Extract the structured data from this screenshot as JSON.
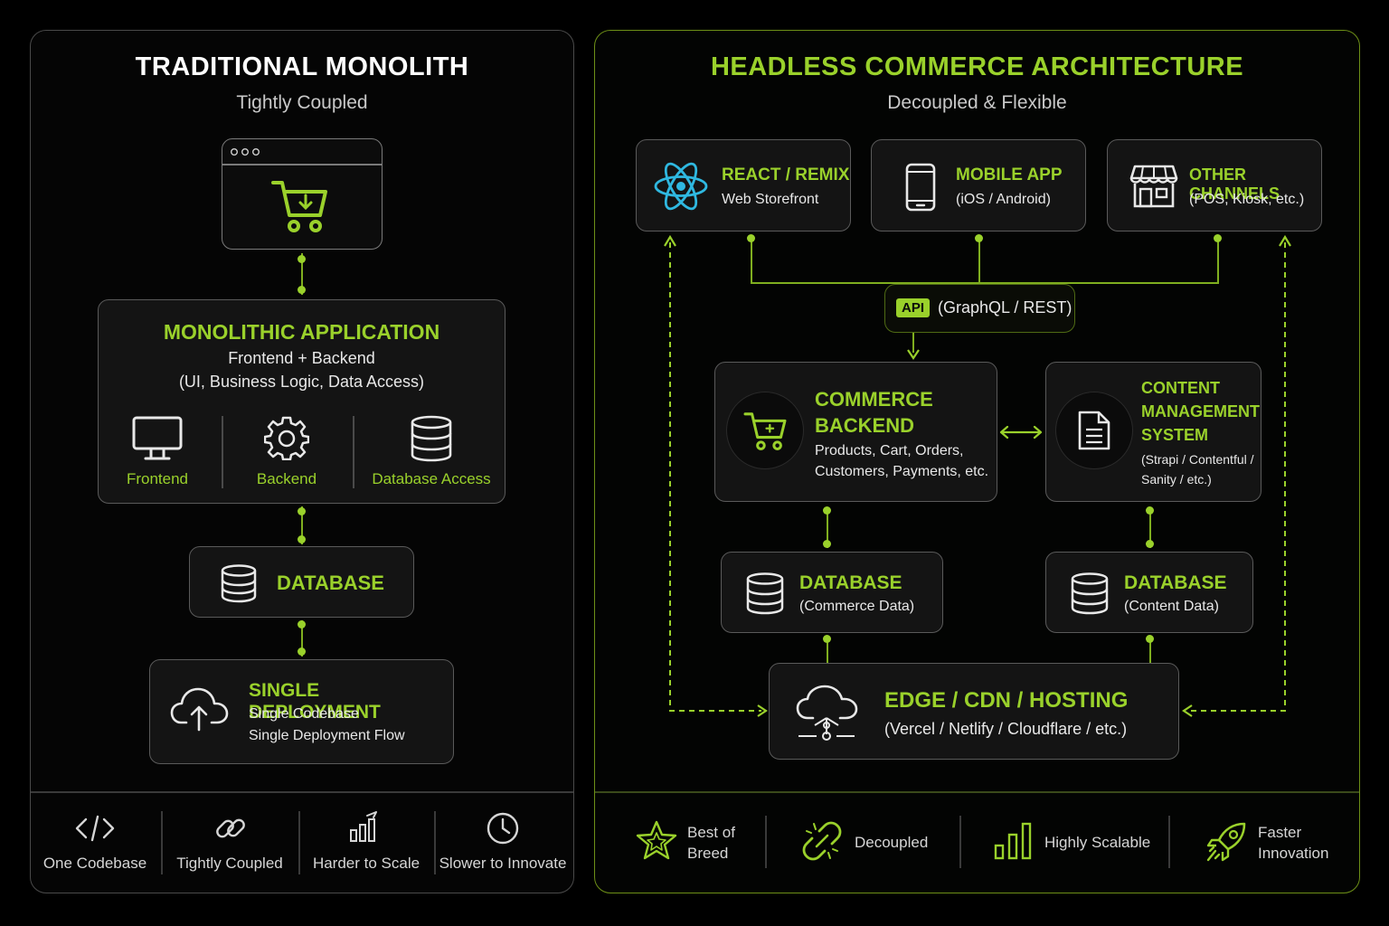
{
  "left": {
    "title": "TRADITIONAL MONOLITH",
    "subtitle": "Tightly Coupled",
    "app": {
      "title": "MONOLITHIC APPLICATION",
      "line1": "Frontend + Backend",
      "line2": "(UI, Business Logic, Data Access)",
      "parts": [
        {
          "label": "Frontend",
          "icon": "monitor-icon"
        },
        {
          "label": "Backend",
          "icon": "gear-icon"
        },
        {
          "label": "Database Access",
          "icon": "database-icon"
        }
      ]
    },
    "database": {
      "title": "DATABASE"
    },
    "deployment": {
      "title": "SINGLE DEPLOYMENT",
      "line1": "Single Codebase",
      "line2": "Single Deployment Flow"
    },
    "footer": [
      {
        "label": "One Codebase",
        "icon": "code-icon"
      },
      {
        "label": "Tightly Coupled",
        "icon": "link-icon"
      },
      {
        "label": "Harder to Scale",
        "icon": "bar-chart-icon"
      },
      {
        "label": "Slower to Innovate",
        "icon": "clock-icon"
      }
    ]
  },
  "right": {
    "title": "HEADLESS COMMERCE ARCHITECTURE",
    "subtitle": "Decoupled & Flexible",
    "channels": [
      {
        "title": "REACT / REMIX",
        "sub": "Web Storefront",
        "icon": "react-icon"
      },
      {
        "title": "MOBILE APP",
        "sub": "(iOS / Android)",
        "icon": "phone-icon"
      },
      {
        "title": "OTHER CHANNELS",
        "sub": "(POS, Kiosk, etc.)",
        "icon": "store-icon"
      }
    ],
    "api": {
      "badge": "API",
      "label": "(GraphQL / REST)"
    },
    "commerce": {
      "title1": "COMMERCE",
      "title2": "BACKEND",
      "line1": "Products, Cart, Orders,",
      "line2": "Customers, Payments, etc."
    },
    "cms": {
      "title1": "CONTENT",
      "title2": "MANAGEMENT",
      "title3": "SYSTEM",
      "line1": "(Strapi / Contentful /",
      "line2": "Sanity / etc.)"
    },
    "db_commerce": {
      "title": "DATABASE",
      "sub": "(Commerce Data)"
    },
    "db_content": {
      "title": "DATABASE",
      "sub": "(Content Data)"
    },
    "edge": {
      "title": "EDGE / CDN / HOSTING",
      "sub": "(Vercel / Netlify / Cloudflare / etc.)"
    },
    "footer": [
      {
        "line1": "Best of",
        "line2": "Breed",
        "icon": "star-icon"
      },
      {
        "line1": "Decoupled",
        "line2": "",
        "icon": "broken-link-icon"
      },
      {
        "line1": "Highly Scalable",
        "line2": "",
        "icon": "bar-chart-icon"
      },
      {
        "line1": "Faster",
        "line2": "Innovation",
        "icon": "rocket-icon"
      }
    ]
  },
  "colors": {
    "accent": "#9ad12b",
    "border": "#5a5a5a",
    "background": "#000000",
    "react": "#2fb8e0"
  }
}
